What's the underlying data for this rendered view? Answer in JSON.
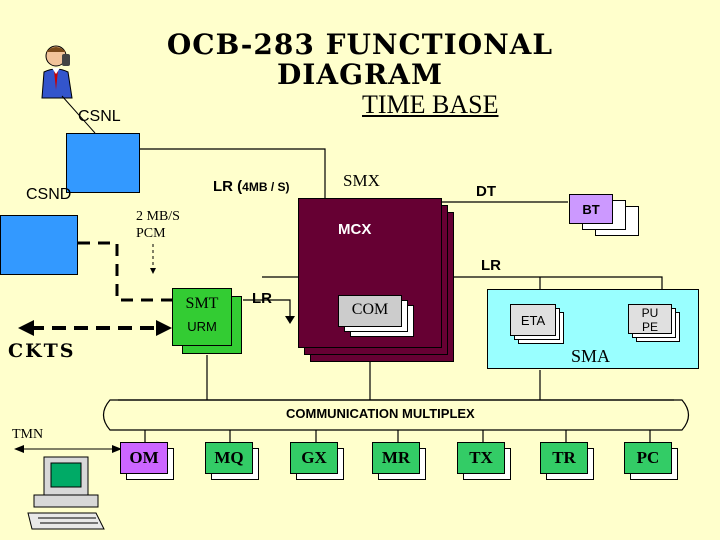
{
  "title_line1": "OCB-283 FUNCTIONAL",
  "title_line2": "DIAGRAM",
  "time_base": "TIME BASE",
  "csnl": "CSNL",
  "csnd": "CSND",
  "lr_rate": "LR (",
  "lr_rate_small": "4MB / S)",
  "smx": "SMX",
  "dt": "DT",
  "bt": "BT",
  "pcm_line1": "2 MB/S",
  "pcm_line2": "PCM",
  "mcx": "MCX",
  "lr_right": "LR",
  "lr_mid": "LR",
  "smt": "SMT",
  "urm": "URM",
  "com": "COM",
  "eta": "ETA",
  "pupe_line1": "PU",
  "pupe_line2": "PE",
  "sma": "SMA",
  "ckts": "CKTS",
  "comm_multiplex": "COMMUNICATION MULTIPLEX",
  "tmn": "TMN",
  "modules": [
    "OM",
    "MQ",
    "GX",
    "MR",
    "TX",
    "TR",
    "PC"
  ],
  "colors": {
    "background": "#ffffcc",
    "blue": "#3399ff",
    "green": "#33cc33",
    "maroon": "#660033",
    "cyan": "#99ffff",
    "purple": "#cc66ff",
    "module_green": "#33cc66",
    "bt_purple": "#cc99ff"
  },
  "icons": [
    "person-on-phone-icon",
    "computer-terminal-icon"
  ]
}
